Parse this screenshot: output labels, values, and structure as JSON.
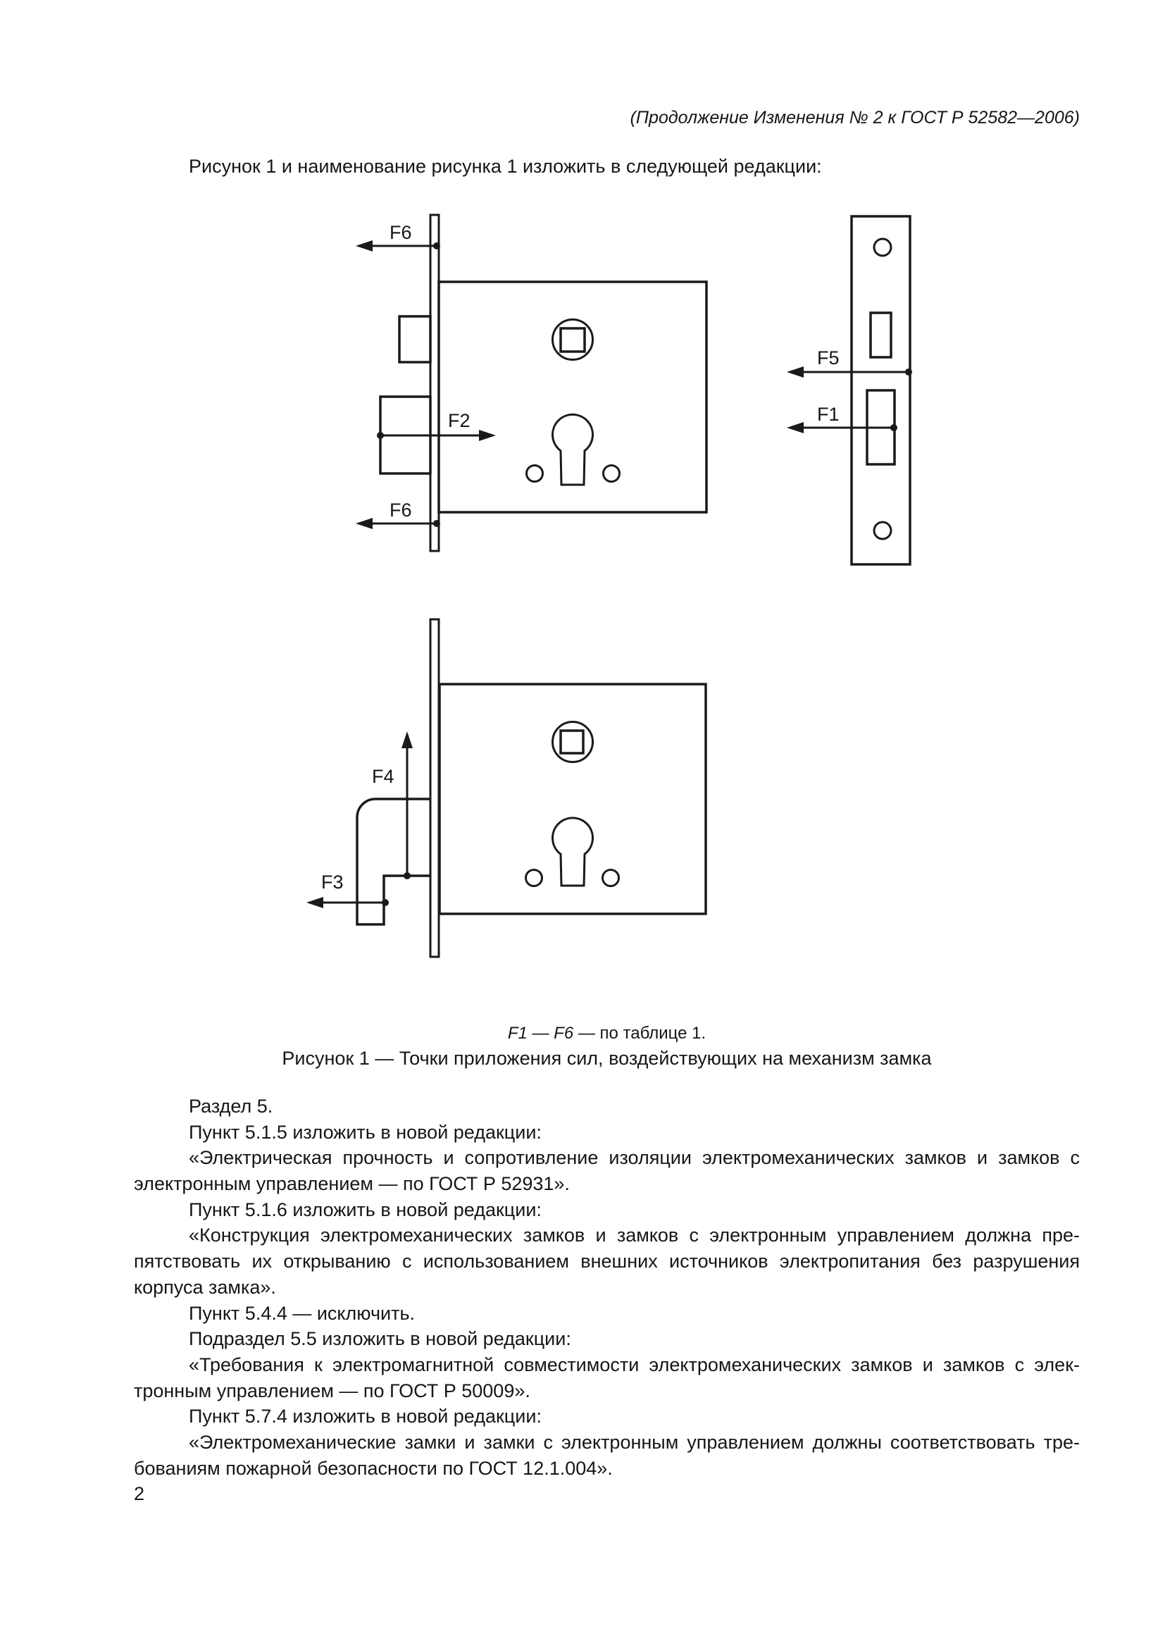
{
  "page": {
    "header": "(Продолжение Изменения № 2 к ГОСТ Р 52582—2006)",
    "intro": "Рисунок 1 и наименование рисунка 1 изложить в следующей редакции:",
    "page_number": "2"
  },
  "figure": {
    "labels": {
      "f6_top": "F6",
      "f2": "F2",
      "f6_bottom": "F6",
      "f5": "F5",
      "f1": "F1",
      "f4": "F4",
      "f3": "F3"
    },
    "note_italic": "F1 — F6",
    "note_rest": " — по таблице 1.",
    "caption": "Рисунок 1 — Точки приложения сил, воздействующих на механизм замка"
  },
  "body": {
    "lines": [
      {
        "text": "Раздел 5."
      },
      {
        "text": "Пункт 5.1.5 изложить в новой редакции:"
      },
      {
        "text": "«Электрическая прочность и сопротивление изоляции электромеханических замков и замков с"
      },
      {
        "text": "электронным управлением — по ГОСТ Р 52931»."
      },
      {
        "text": "Пункт 5.1.6 изложить в новой редакции:"
      },
      {
        "text": "«Конструкция электромеханических замков и замков с электронным управлением должна пре-"
      },
      {
        "text": "пятствовать их открыванию с использованием внешних источников электропитания без разрушения"
      },
      {
        "text": "корпуса замка»."
      },
      {
        "text": "Пункт 5.4.4 — исключить."
      },
      {
        "text": "Подраздел 5.5 изложить в новой редакции:"
      },
      {
        "text": "«Требования к электромагнитной совместимости электромеханических замков и замков с элек-"
      },
      {
        "text": "тронным управлением — по ГОСТ Р 50009»."
      },
      {
        "text": "Пункт 5.7.4 изложить в новой редакции:"
      },
      {
        "text": "«Электромеханические замки и замки с электронным управлением должны соответствовать тре-"
      },
      {
        "text": "бованиям пожарной безопасности по ГОСТ 12.1.004»."
      }
    ]
  }
}
